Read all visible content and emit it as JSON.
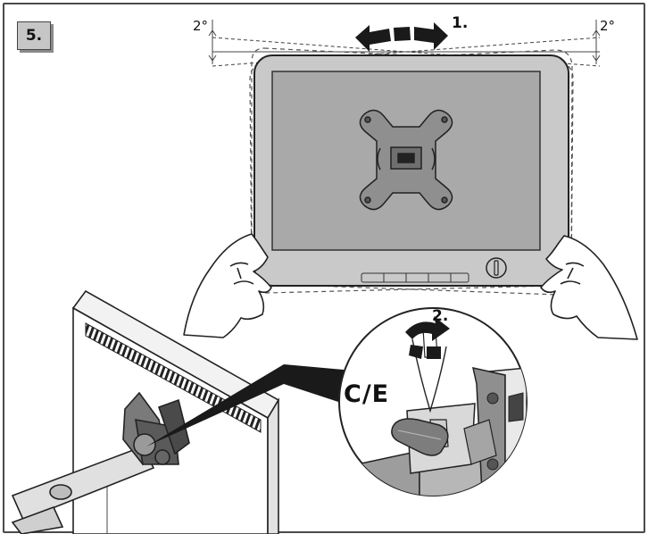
{
  "step": {
    "number": "5."
  },
  "labels": {
    "tilt_angle_left": "2°",
    "tilt_angle_right": "2°",
    "action_rotate": "1.",
    "action_tighten": "2.",
    "part_ce": "C/E"
  },
  "colors": {
    "screen_gray": "#a9a9a9",
    "frame_gray": "#c9c9c9",
    "arrow_black": "#1a1a1a",
    "line_dark": "#333333",
    "badge_gray": "#c6c6c6"
  }
}
